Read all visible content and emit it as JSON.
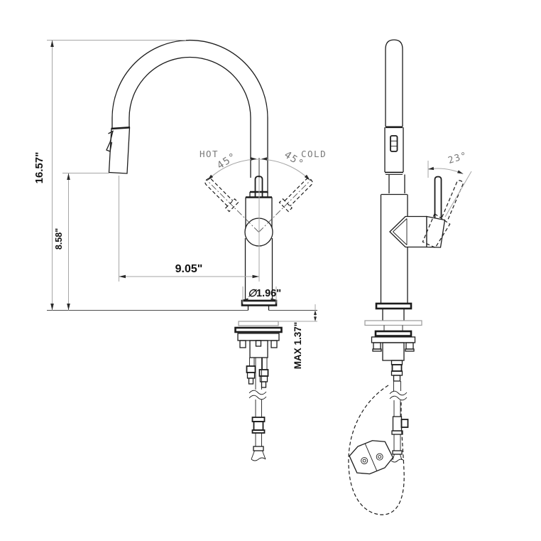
{
  "drawing": {
    "type": "technical-dimension-drawing",
    "subject": "pull-down kitchen faucet, front and side orthographic views",
    "colors": {
      "background": "#ffffff",
      "outline": "#1c1c1c",
      "dimension_lines": "#a6a6a6",
      "annotation_text": "#787878",
      "dimension_text": "#111111"
    },
    "dimensions": {
      "overall_height": "16.57\"",
      "outlet_height": "8.58\"",
      "spout_reach": "9.05\"",
      "base_diameter_symbol": "∅",
      "base_diameter": "1.96\"",
      "max_deck_thickness": "MAX 1.37\"",
      "hot_label": "HOT",
      "cold_label": "COLD",
      "hot_swing_angle": "45°",
      "cold_swing_angle": "45°",
      "side_handle_angle": "23°"
    }
  }
}
